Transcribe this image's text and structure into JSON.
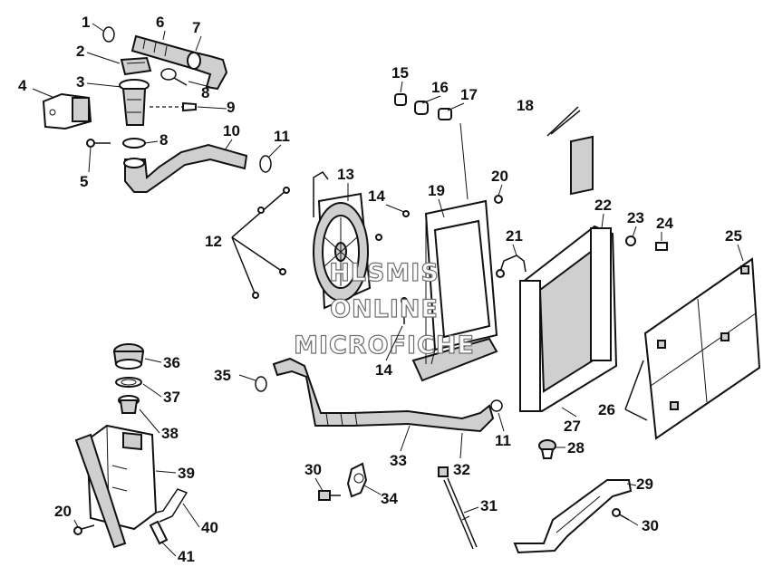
{
  "diagram": {
    "colors": {
      "ink": "#111111",
      "watermark_outline": "#6e6e6e",
      "background": "#ffffff"
    },
    "watermark": [
      "HLSMIS",
      "ONLINE",
      "MICROFICHE"
    ],
    "callouts": [
      {
        "id": "c1",
        "text": "1"
      },
      {
        "id": "c2",
        "text": "2"
      },
      {
        "id": "c3",
        "text": "3"
      },
      {
        "id": "c4",
        "text": "4"
      },
      {
        "id": "c5",
        "text": "5"
      },
      {
        "id": "c6",
        "text": "6"
      },
      {
        "id": "c7",
        "text": "7"
      },
      {
        "id": "c8a",
        "text": "8"
      },
      {
        "id": "c8b",
        "text": "8"
      },
      {
        "id": "c9",
        "text": "9"
      },
      {
        "id": "c10",
        "text": "10"
      },
      {
        "id": "c11a",
        "text": "11"
      },
      {
        "id": "c11b",
        "text": "11"
      },
      {
        "id": "c12",
        "text": "12"
      },
      {
        "id": "c13",
        "text": "13"
      },
      {
        "id": "c14a",
        "text": "14"
      },
      {
        "id": "c14b",
        "text": "14"
      },
      {
        "id": "c15",
        "text": "15"
      },
      {
        "id": "c16",
        "text": "16"
      },
      {
        "id": "c17",
        "text": "17"
      },
      {
        "id": "c18",
        "text": "18"
      },
      {
        "id": "c19",
        "text": "19"
      },
      {
        "id": "c20a",
        "text": "20"
      },
      {
        "id": "c20b",
        "text": "20"
      },
      {
        "id": "c21",
        "text": "21"
      },
      {
        "id": "c22",
        "text": "22"
      },
      {
        "id": "c23",
        "text": "23"
      },
      {
        "id": "c24",
        "text": "24"
      },
      {
        "id": "c25",
        "text": "25"
      },
      {
        "id": "c26",
        "text": "26"
      },
      {
        "id": "c27",
        "text": "27"
      },
      {
        "id": "c28",
        "text": "28"
      },
      {
        "id": "c29",
        "text": "29"
      },
      {
        "id": "c30a",
        "text": "30"
      },
      {
        "id": "c30b",
        "text": "30"
      },
      {
        "id": "c31",
        "text": "31"
      },
      {
        "id": "c32",
        "text": "32"
      },
      {
        "id": "c33",
        "text": "33"
      },
      {
        "id": "c34",
        "text": "34"
      },
      {
        "id": "c35",
        "text": "35"
      },
      {
        "id": "c36",
        "text": "36"
      },
      {
        "id": "c37",
        "text": "37"
      },
      {
        "id": "c38",
        "text": "38"
      },
      {
        "id": "c39",
        "text": "39"
      },
      {
        "id": "c40",
        "text": "40"
      },
      {
        "id": "c41",
        "text": "41"
      }
    ]
  }
}
